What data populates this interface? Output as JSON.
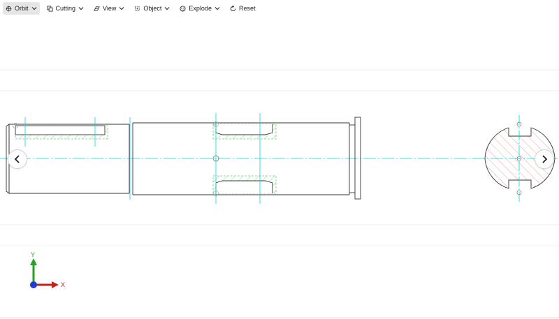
{
  "toolbar": {
    "orbit": "Orbit",
    "cutting": "Cutting",
    "view": "View",
    "object": "Object",
    "explode": "Explode",
    "reset": "Reset"
  },
  "axes": {
    "x": "X",
    "y": "Y"
  },
  "colors": {
    "outline": "#333333",
    "centerline": "#00d4e6",
    "hatch_green": "#6fd36f",
    "hatch_red": "#e88a8a",
    "axis_x": "#c0231d",
    "axis_y": "#21a321",
    "axis_z": "#1e3bd6"
  }
}
